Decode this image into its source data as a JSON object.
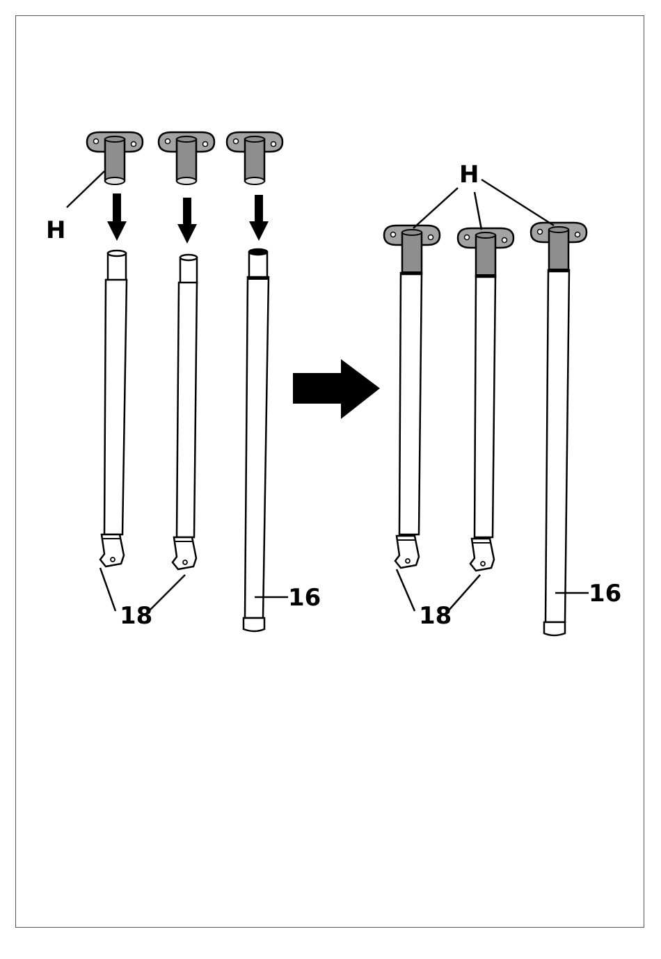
{
  "labels": {
    "bracket": "H",
    "bent_tube": "18",
    "straight_tube": "16"
  },
  "colors": {
    "bracket_fill": "#8e8e8e",
    "bracket_plate": "#a3a3a3",
    "outline": "#000000",
    "arrow": "#000000",
    "frame": "#555555"
  },
  "icons": {
    "down_arrow": "down-arrow-icon",
    "right_arrow": "right-arrow-icon"
  }
}
